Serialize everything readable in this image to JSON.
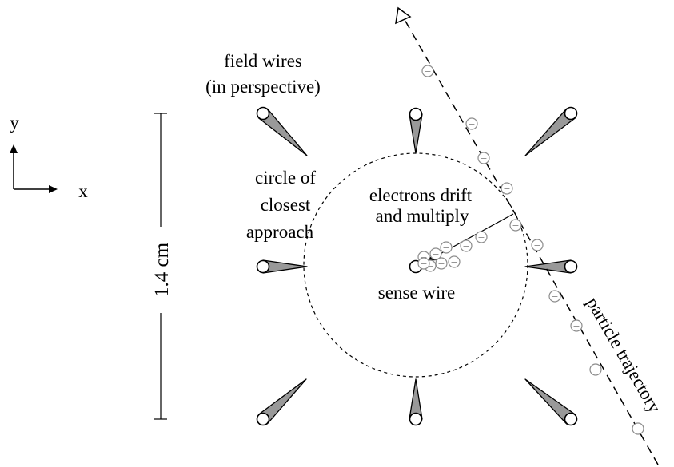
{
  "labels": {
    "field_wires_line1": "field wires",
    "field_wires_line2": "(in perspective)",
    "circle_line1": "circle of",
    "circle_line2": "closest",
    "circle_line3": "approach",
    "electrons_line1": "electrons drift",
    "electrons_line2": "and multiply",
    "sense_wire": "sense wire",
    "particle_trajectory": "particle trajectory",
    "scale": "1.4 cm",
    "axis_y": "y",
    "axis_x": "x"
  },
  "electron_symbol": "−",
  "colors": {
    "ink": "#000000",
    "wire_fill": "#999999",
    "electron": "#8c8c8c"
  }
}
